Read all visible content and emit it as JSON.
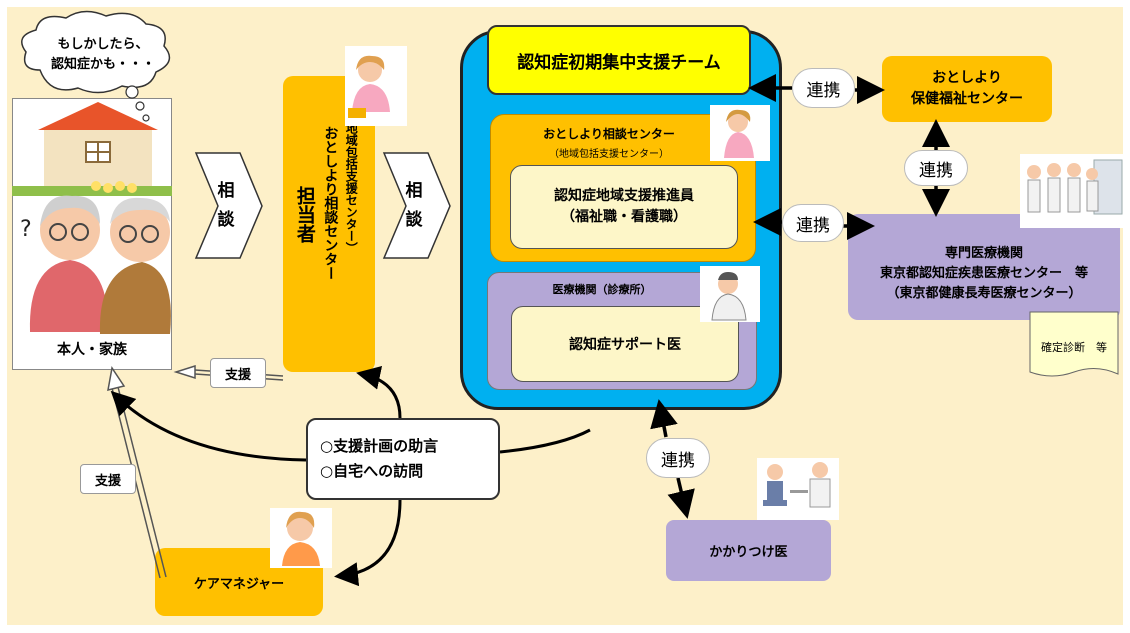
{
  "thought_bubble": "もしかしたら、\n認知症かも・・・",
  "family_label": "本人・家族",
  "consult_1": "相\n談",
  "consult_2": "相\n談",
  "center_left": {
    "sub": "（地域包括支援センター）",
    "main": "おとしより相談センター",
    "staff": "担当者"
  },
  "team_title": "認知症初期集中支援チーム",
  "inner_center": {
    "title": "おとしより相談センター",
    "sub": "（地域包括支援センター）",
    "promoter": "認知症地域支援推進員\n（福祉職・看護職）"
  },
  "medical": {
    "title": "医療機関（診療所）",
    "doctor": "認知症サポート医"
  },
  "health_center": "おとしより\n保健福祉センター",
  "specialist": "専門医療機関\n東京都認知症疾患医療センター　等\n（東京都健康長寿医療センター）",
  "diagnosis_note": "確定診断　等",
  "renkei_top": "連携",
  "renkei_vertical": "連携",
  "renkei_mid": "連携",
  "renkei_bottom": "連携",
  "support_1": "支援",
  "support_2": "支援",
  "advice": "○支援計画の助言\n○自宅への訪問",
  "care_manager": "ケアマネジャー",
  "gp": "かかりつけ医",
  "colors": {
    "orange": "#ffc000",
    "blue": "#00b0f0",
    "yellow": "#ffff00",
    "lavender": "#b4a7d6",
    "light": "#fdf6c8",
    "bg": "#fdf0c9"
  }
}
